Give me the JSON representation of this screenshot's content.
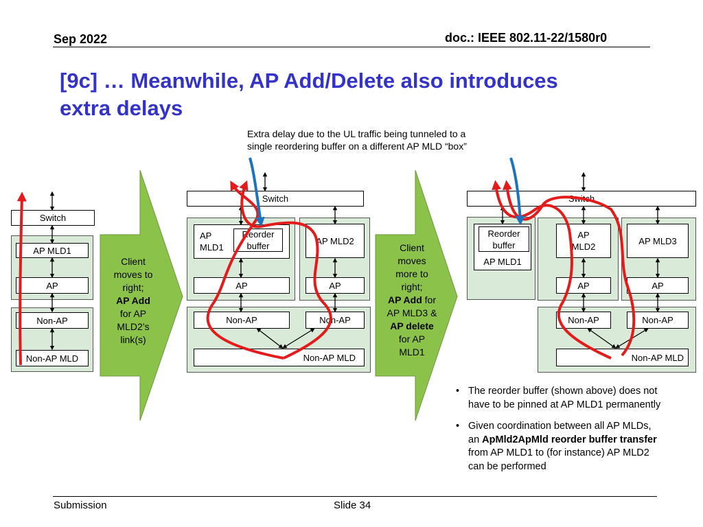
{
  "header": {
    "date": "Sep 2022",
    "doc": "doc.: IEEE 802.11-22/1580r0"
  },
  "title": {
    "line1": "[9c] … Meanwhile, AP Add/Delete also introduces",
    "line2": "extra delays"
  },
  "annotation": {
    "line1": "Extra delay due to the UL traffic being tunneled to a",
    "line2": "single reordering buffer on a different AP MLD “box”"
  },
  "left_diagram": {
    "switch": "Switch",
    "ap_mld": "AP MLD1",
    "ap": "AP",
    "non_ap": "Non-AP",
    "non_ap_mld": "Non-AP MLD"
  },
  "arrow1": {
    "l1": "Client",
    "l2": "moves to",
    "l3": "right;",
    "l4": "AP Add",
    "l5": "for AP",
    "l6": "MLD2’s",
    "l7": "link(s)"
  },
  "middle_diagram": {
    "switch": "Switch",
    "ap_mld1_a": "AP",
    "ap_mld1_b": "MLD1",
    "reorder_a": "Reorder",
    "reorder_b": "buffer",
    "ap_mld2": "AP MLD2",
    "ap1": "AP",
    "ap2": "AP",
    "non_ap1": "Non-AP",
    "non_ap2": "Non-AP",
    "non_ap_mld": "Non-AP MLD"
  },
  "arrow2": {
    "l1": "Client",
    "l2": "moves",
    "l3": "more to",
    "l4": "right;",
    "l5a": "AP Add",
    "l5b": " for",
    "l6": "AP MLD3 &",
    "l7": "AP delete",
    "l8": "for AP",
    "l9": "MLD1"
  },
  "right_diagram": {
    "switch": "Switch",
    "reorder_a": "Reorder",
    "reorder_b": "buffer",
    "ap_mld1": "AP MLD1",
    "ap_mld2_a": "AP",
    "ap_mld2_b": "MLD2",
    "ap_mld3": "AP MLD3",
    "ap1": "AP",
    "ap2": "AP",
    "non_ap1": "Non-AP",
    "non_ap2": "Non-AP",
    "non_ap_mld": "Non-AP MLD"
  },
  "bullets": {
    "b1_l1": "The reorder buffer (shown above) does not",
    "b1_l2": "have to be pinned at AP MLD1 permanently",
    "b2_l1": "Given coordination between all AP MLDs,",
    "b2_l2a": "an ",
    "b2_l2b": "ApMld2ApMld reorder buffer transfer",
    "b2_l3": "from AP MLD1 to (for instance) AP MLD2",
    "b2_l4": "can be performed"
  },
  "footer": {
    "left": "Submission",
    "center": "Slide 34"
  },
  "colors": {
    "title": "#3333cc",
    "panel": "#d9ead9",
    "arrow_fill": "#8bc34a",
    "red_path": "#e31b1b",
    "blue_path": "#1e73be"
  }
}
